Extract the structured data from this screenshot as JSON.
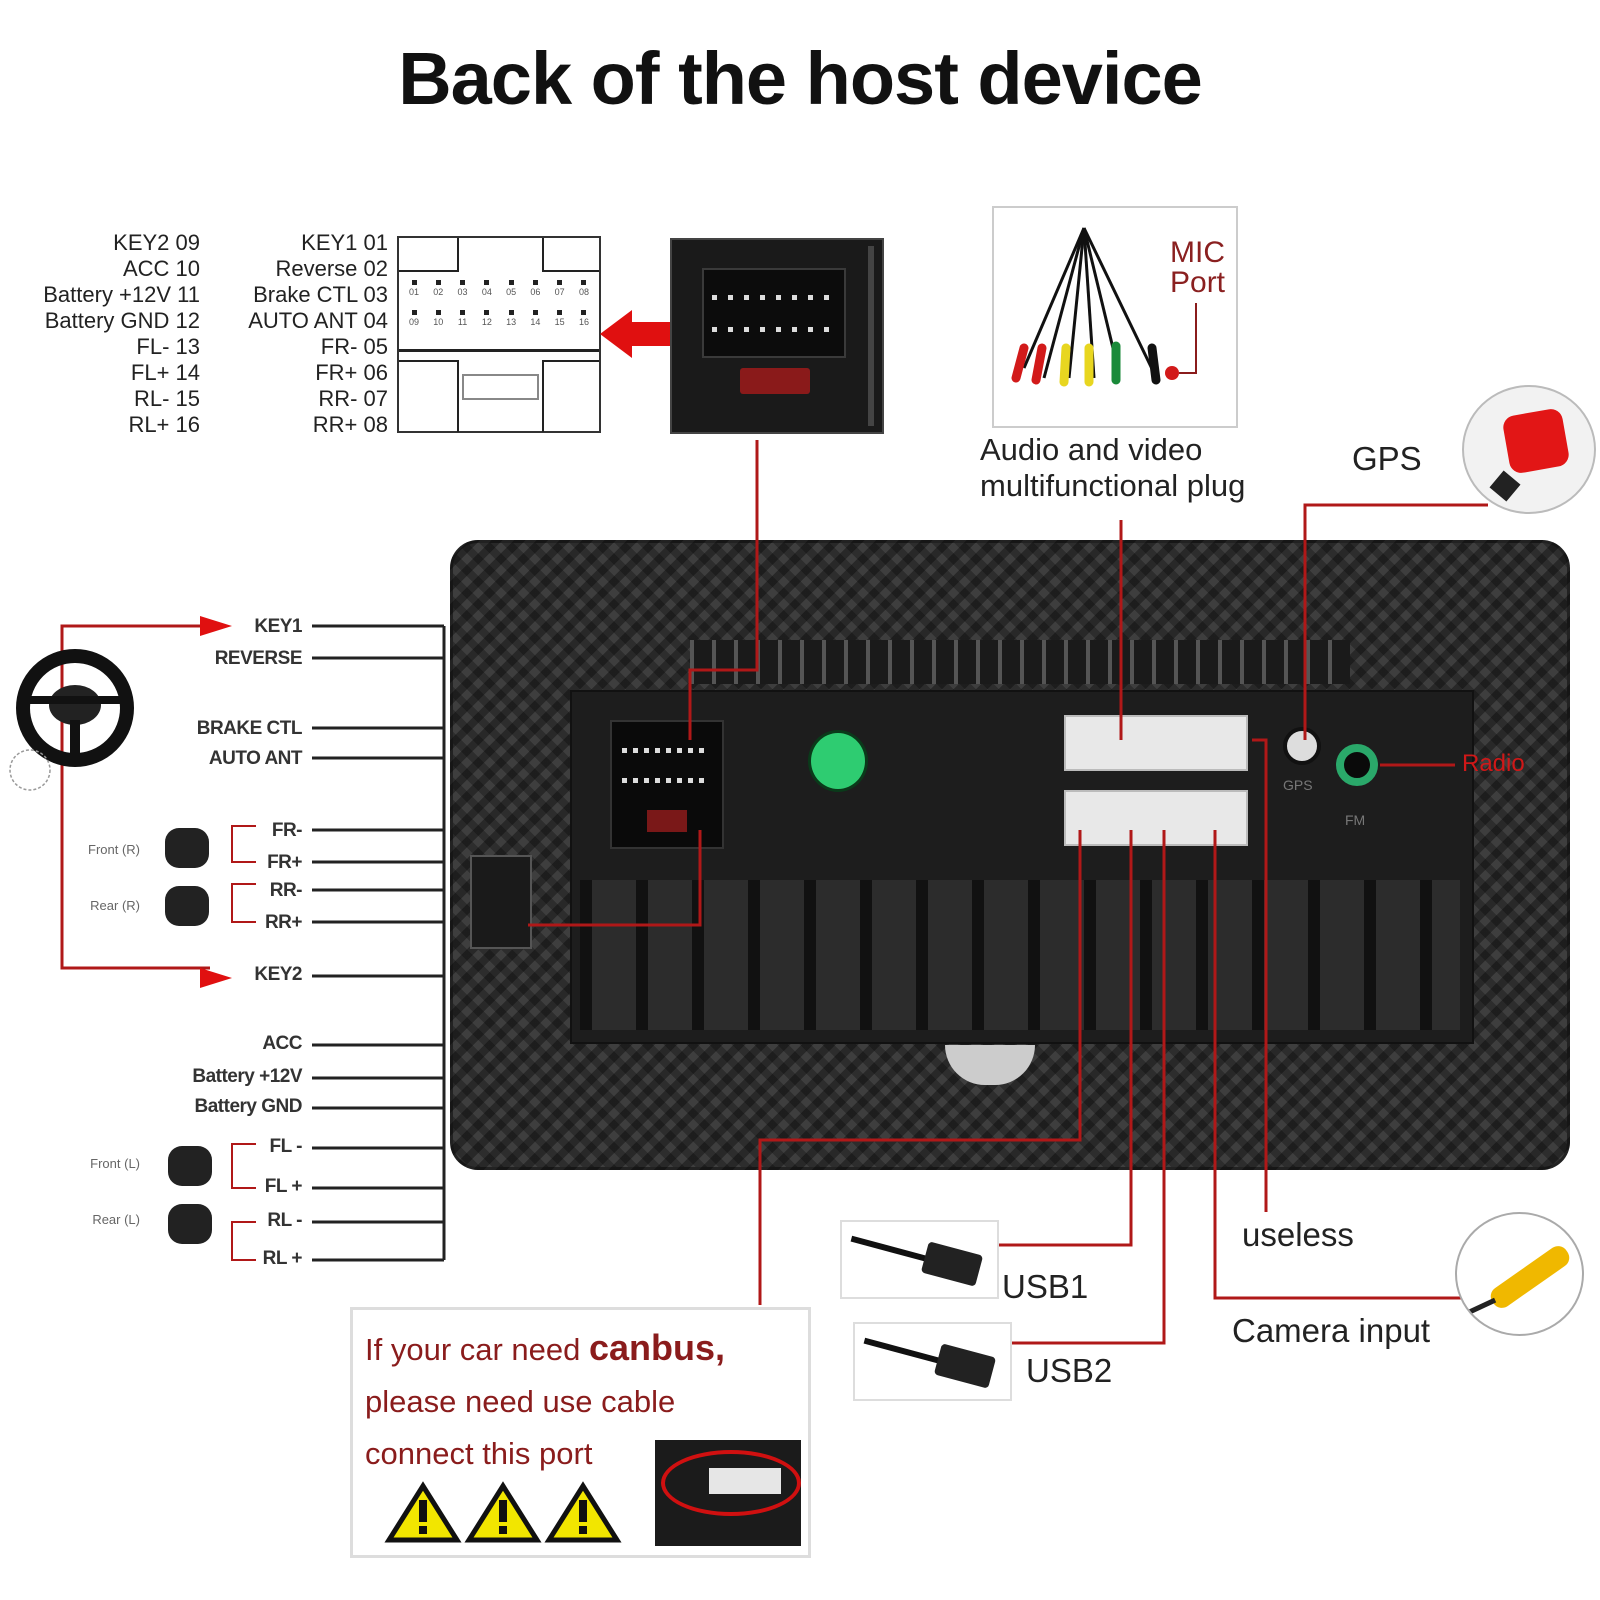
{
  "title": "Back of the host device",
  "pinout": {
    "left_column": [
      "KEY2 09",
      "ACC 10",
      "Battery +12V 11",
      "Battery GND 12",
      "FL- 13",
      "FL+ 14",
      "RL- 15",
      "RL+ 16"
    ],
    "right_column": [
      "KEY1 01",
      "Reverse 02",
      "Brake CTL 03",
      "AUTO ANT 04",
      "FR- 05",
      "FR+ 06",
      "RR- 07",
      "RR+ 08"
    ],
    "connector_top_row": [
      "01",
      "02",
      "03",
      "04",
      "05",
      "06",
      "07",
      "08"
    ],
    "connector_bottom_row": [
      "09",
      "10",
      "11",
      "12",
      "13",
      "14",
      "15",
      "16"
    ]
  },
  "harness_labels": {
    "key1": "KEY1",
    "reverse": "REVERSE",
    "brake": "BRAKE CTL",
    "auto_ant": "AUTO ANT",
    "fr_minus": "FR-",
    "fr_plus": "FR+",
    "rr_minus": "RR-",
    "rr_plus": "RR+",
    "key2": "KEY2",
    "acc": "ACC",
    "battery_12v": "Battery +12V",
    "battery_gnd": "Battery GND",
    "fl_minus": "FL -",
    "fl_plus": "FL +",
    "rl_minus": "RL -",
    "rl_plus": "RL +"
  },
  "speakers": {
    "front_right": "Front (R)",
    "rear_right": "Rear (R)",
    "front_left": "Front (L)",
    "rear_left": "Rear (L)"
  },
  "ports": {
    "mic_port": "MIC\nPort",
    "mic_line1": "MIC",
    "mic_line2": "Port",
    "av_plug_line1": "Audio and video",
    "av_plug_line2": "multifunctional plug",
    "gps": "GPS",
    "radio": "Radio",
    "useless": "useless",
    "usb1": "USB1",
    "usb2": "USB2",
    "camera": "Camera input",
    "gps_socket_label": "GPS",
    "fm_socket_label": "FM"
  },
  "canbus_note": {
    "line1_prefix": "If your car need ",
    "line1_emph": "canbus,",
    "line2": "please need use cable",
    "line3": "connect this port"
  },
  "colors": {
    "wire_red": "#b01818",
    "arrow_red": "#e01010",
    "device_body": "#333333",
    "warning_yellow": "#f2e600"
  }
}
